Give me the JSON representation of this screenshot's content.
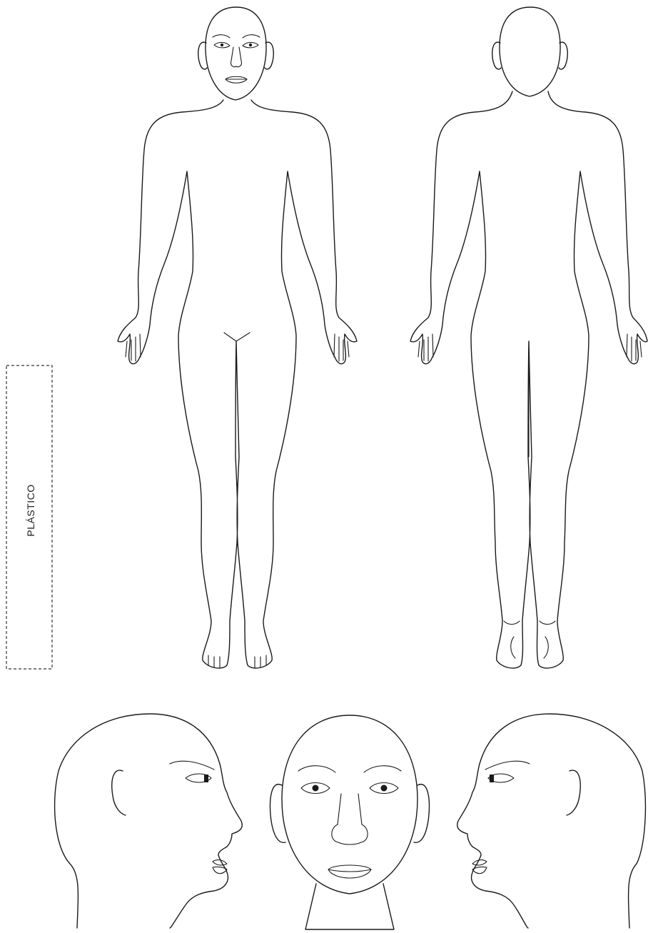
{
  "label_box": {
    "text": "PLÁSTICO"
  },
  "figures": [
    "body-front",
    "body-back",
    "head-left-profile",
    "head-front",
    "head-right-profile"
  ],
  "colors": {
    "line": "#1a1a1a",
    "background": "#ffffff"
  }
}
